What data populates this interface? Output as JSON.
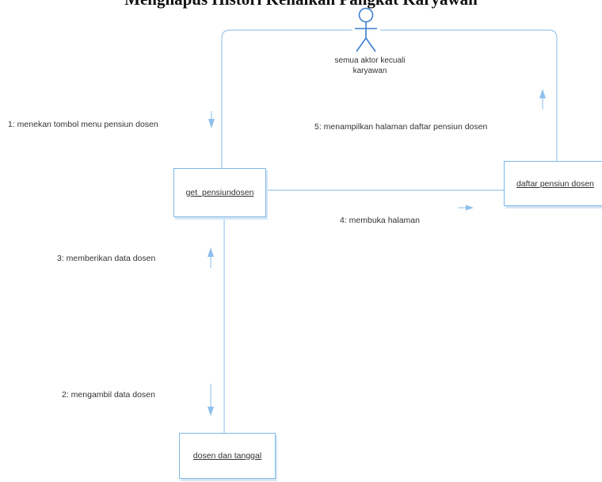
{
  "title": "Menghapus Histori Kenaikan Pangkat Karyawan",
  "actor": {
    "label_line1": "semua aktor kecuali",
    "label_line2": "karyawan"
  },
  "objects": {
    "get_pensiundosen": "get_pensiundosen",
    "daftar_pensiun_dosen": "daftar pensiun dosen",
    "dosen_dan_tanggal": "dosen dan tanggal"
  },
  "messages": {
    "m1": "1: menekan tombol menu pensiun dosen",
    "m2": "2: mengambil data dosen",
    "m3": "3: memberikan data dosen",
    "m4": "4: membuka halaman",
    "m5": "5: menampilkan halaman daftar pensiun dosen"
  },
  "colors": {
    "line": "#9cc8ef",
    "actor": "#3b7fd0"
  }
}
